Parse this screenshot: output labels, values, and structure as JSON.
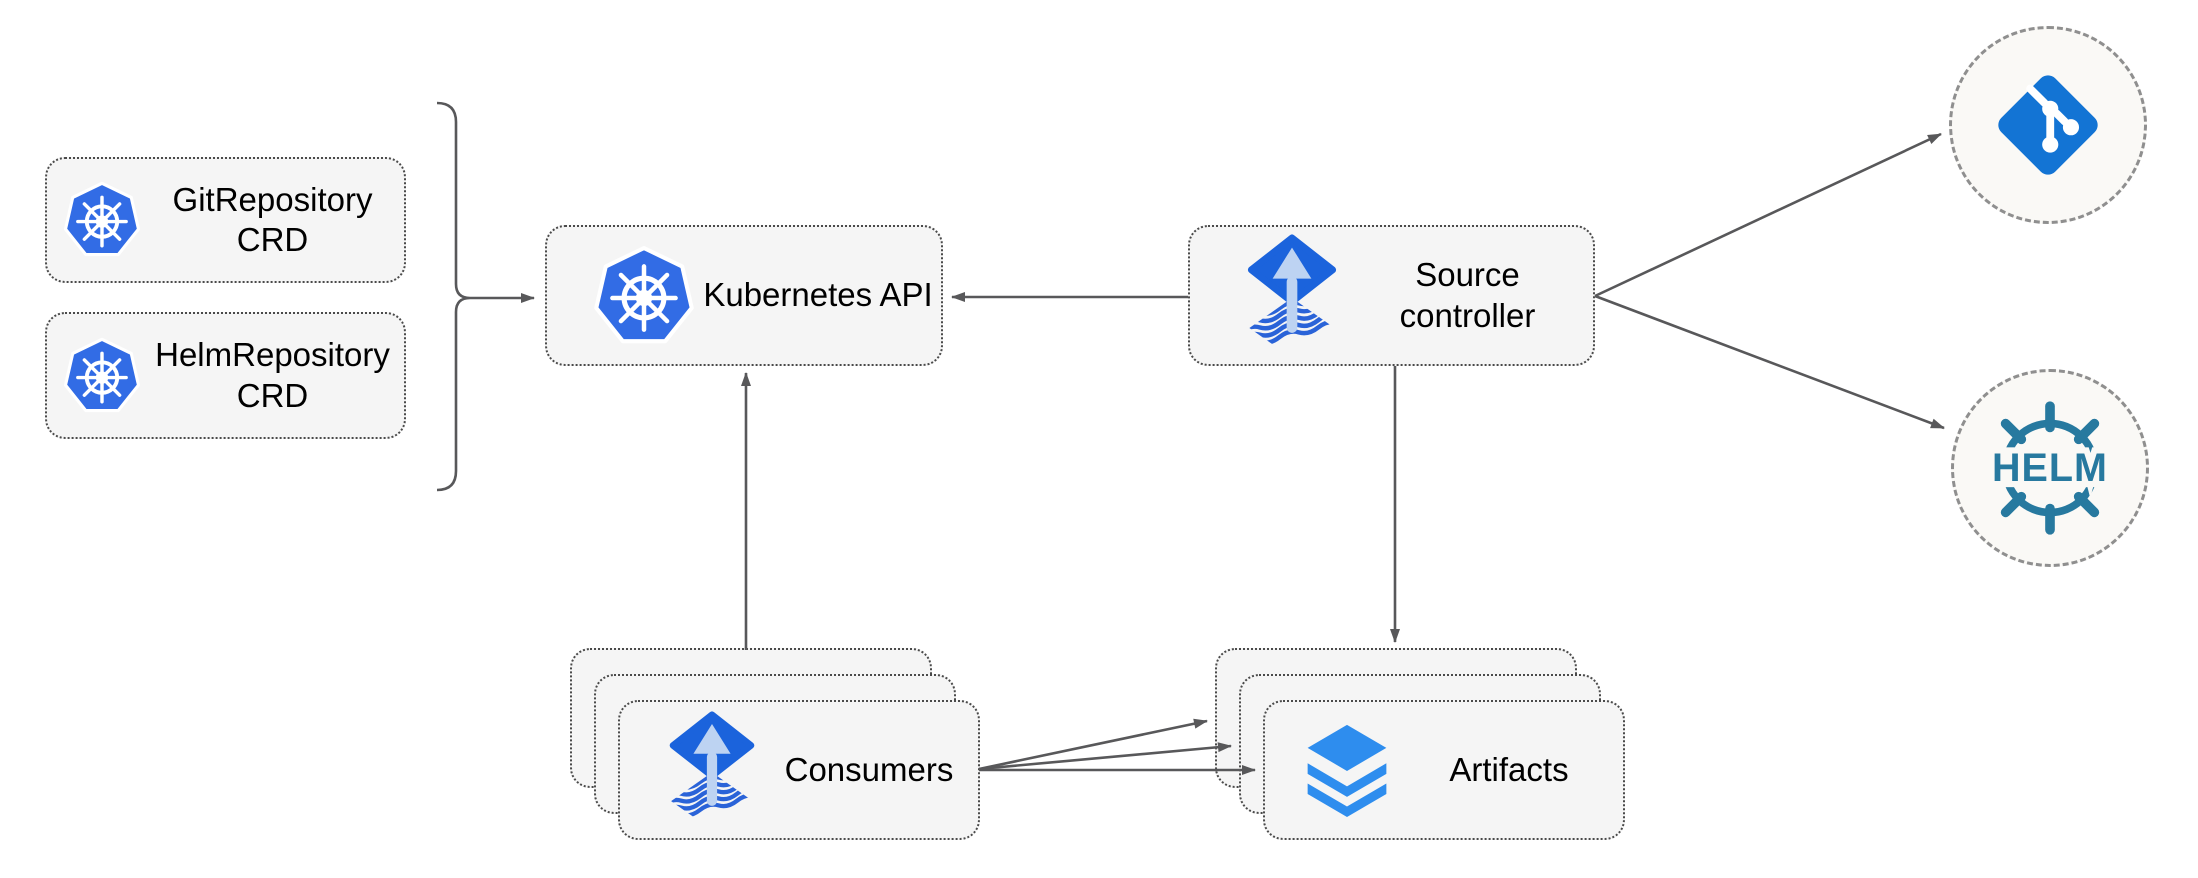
{
  "nodes": {
    "git_repository_crd": {
      "label": "GitRepository CRD",
      "icon": "kubernetes-icon"
    },
    "helm_repository_crd": {
      "label": "HelmRepository CRD",
      "icon": "kubernetes-icon"
    },
    "kubernetes_api": {
      "label": "Kubernetes API",
      "icon": "kubernetes-icon"
    },
    "source_controller": {
      "label": "Source controller",
      "icon": "flux-icon"
    },
    "consumers": {
      "label": "Consumers",
      "icon": "flux-icon",
      "stack_count": 3
    },
    "artifacts": {
      "label": "Artifacts",
      "icon": "layers-icon",
      "stack_count": 3
    },
    "git_remote": {
      "label": "",
      "icon": "git-icon"
    },
    "helm_remote": {
      "label": "HELM",
      "icon": "helm-icon"
    }
  },
  "edges": [
    {
      "from": "crd_group_bracket",
      "to": "kubernetes_api",
      "arrow": true
    },
    {
      "from": "source_controller",
      "to": "kubernetes_api",
      "arrow": true
    },
    {
      "from": "source_controller",
      "to": "git_remote",
      "arrow": true
    },
    {
      "from": "source_controller",
      "to": "helm_remote",
      "arrow": true
    },
    {
      "from": "source_controller",
      "to": "artifacts",
      "arrow": true
    },
    {
      "from": "consumers",
      "to": "kubernetes_api",
      "arrow": true
    },
    {
      "from": "consumers",
      "to": "artifacts_back",
      "arrow": true
    },
    {
      "from": "consumers",
      "to": "artifacts_middle",
      "arrow": true
    },
    {
      "from": "consumers",
      "to": "artifacts_front",
      "arrow": true
    }
  ],
  "colors": {
    "kubernetes_blue": "#326CE5",
    "flux_blue": "#1B63DC",
    "flux_arrow": "#BDD3F2",
    "flux_wave": "#2A63D8",
    "git_blue": "#1374D4",
    "helm_teal": "#27799F",
    "layers_blue": "#2E8DEE",
    "node_fill": "#F5F5F5",
    "endpoint_fill": "#FAF9F6",
    "node_border": "#4A4A4A",
    "endpoint_border": "#8F8F8F",
    "edge_gray": "#58585A",
    "label_color": "#000000"
  }
}
